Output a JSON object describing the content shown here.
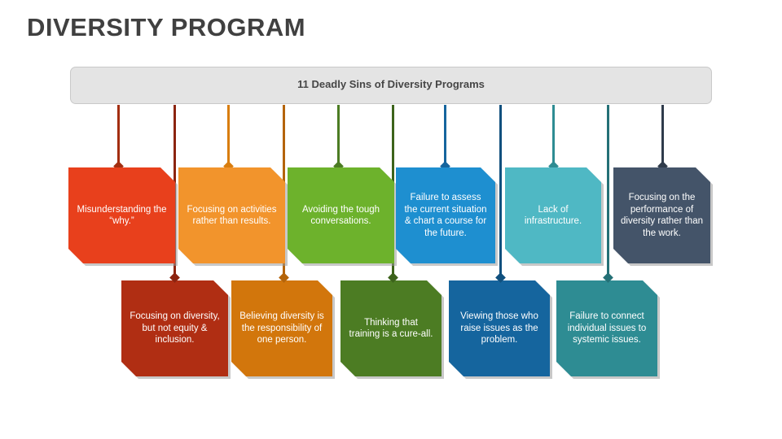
{
  "page": {
    "title": "DIVERSITY PROGRAM",
    "background_color": "#ffffff",
    "title_color": "#404040"
  },
  "banner": {
    "label": "11 Deadly Sins of Diversity Programs",
    "background_color": "#e4e4e4",
    "border_color": "#c9c9c9",
    "text_color": "#464646"
  },
  "diagram": {
    "type": "timeline-branching",
    "total_items": 11,
    "top_row": [
      {
        "label": "Misunderstanding the “why.”",
        "color": "#e8401c",
        "connector_color": "#a32e10"
      },
      {
        "label": "Focusing on activities rather than results.",
        "color": "#f2942c",
        "connector_color": "#d97d0e"
      },
      {
        "label": "Avoiding the tough conversations.",
        "color": "#6db22c",
        "connector_color": "#4c7c23"
      },
      {
        "label": "Failure to assess the current situation & chart a course for the future.",
        "color": "#1e8fd0",
        "connector_color": "#15659e"
      },
      {
        "label": "Lack of infrastructure.",
        "color": "#4fb8c4",
        "connector_color": "#2e8c93"
      },
      {
        "label": "Focusing on the performance of diversity rather than the work.",
        "color": "#445469",
        "connector_color": "#2f3b4b"
      }
    ],
    "bottom_row": [
      {
        "label": "Focusing on diversity, but not equity & inclusion.",
        "color": "#b02e13",
        "connector_color": "#8c2410"
      },
      {
        "label": "Believing diversity is the responsibility of one person.",
        "color": "#d2760c",
        "connector_color": "#b4640a"
      },
      {
        "label": "Thinking that training is a cure-all.",
        "color": "#4c7c23",
        "connector_color": "#3c631b"
      },
      {
        "label": "Viewing those who raise issues as the problem.",
        "color": "#15659e",
        "connector_color": "#10507e"
      },
      {
        "label": "Failure to connect individual issues to systemic issues.",
        "color": "#2e8c93",
        "connector_color": "#247076"
      }
    ]
  }
}
